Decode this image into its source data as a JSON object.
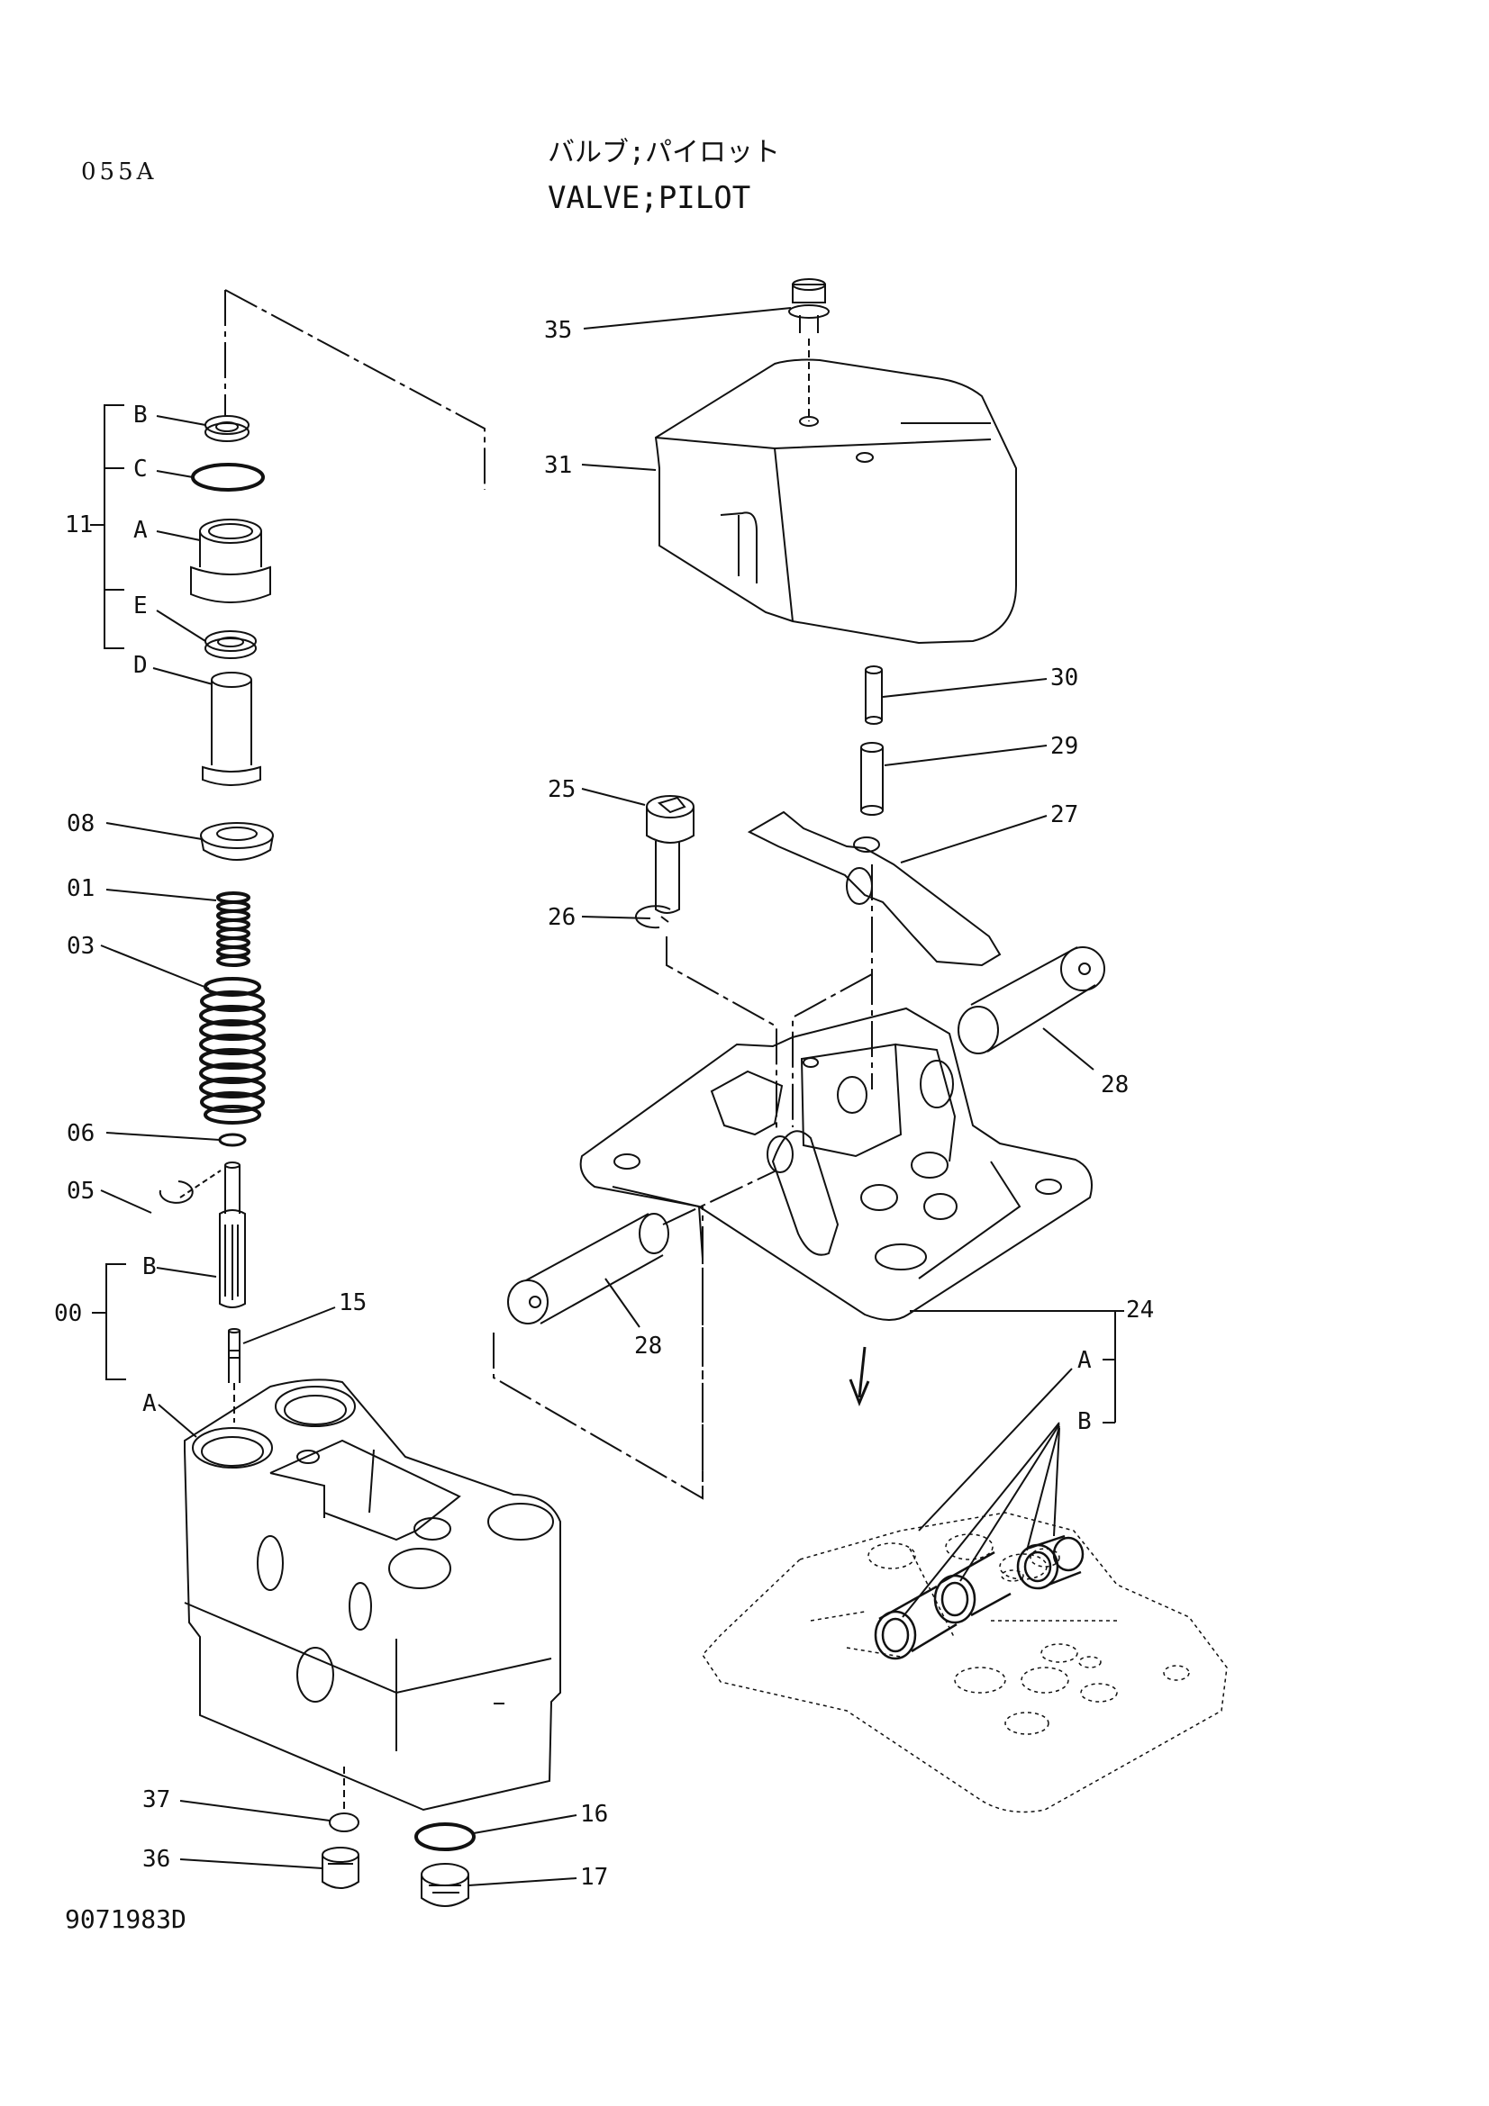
{
  "page_code": "055A",
  "title_jp": "バルブ;パイロット",
  "title_en": "VALVE;PILOT",
  "drawing_number": "9071983D",
  "labels": {
    "l35": "35",
    "l31": "31",
    "l30": "30",
    "l29": "29",
    "l27": "27",
    "l25": "25",
    "l26": "26",
    "l28a": "28",
    "l28b": "28",
    "l24": "24",
    "l24A": "A",
    "l24B": "B",
    "l11": "11",
    "l11B": "B",
    "l11C": "C",
    "l11A": "A",
    "l11E": "E",
    "l11D": "D",
    "l08": "08",
    "l01": "01",
    "l03": "03",
    "l06": "06",
    "l05": "05",
    "l00": "00",
    "l00B": "B",
    "l00A": "A",
    "l15": "15",
    "l37": "37",
    "l36": "36",
    "l16": "16",
    "l17": "17"
  }
}
